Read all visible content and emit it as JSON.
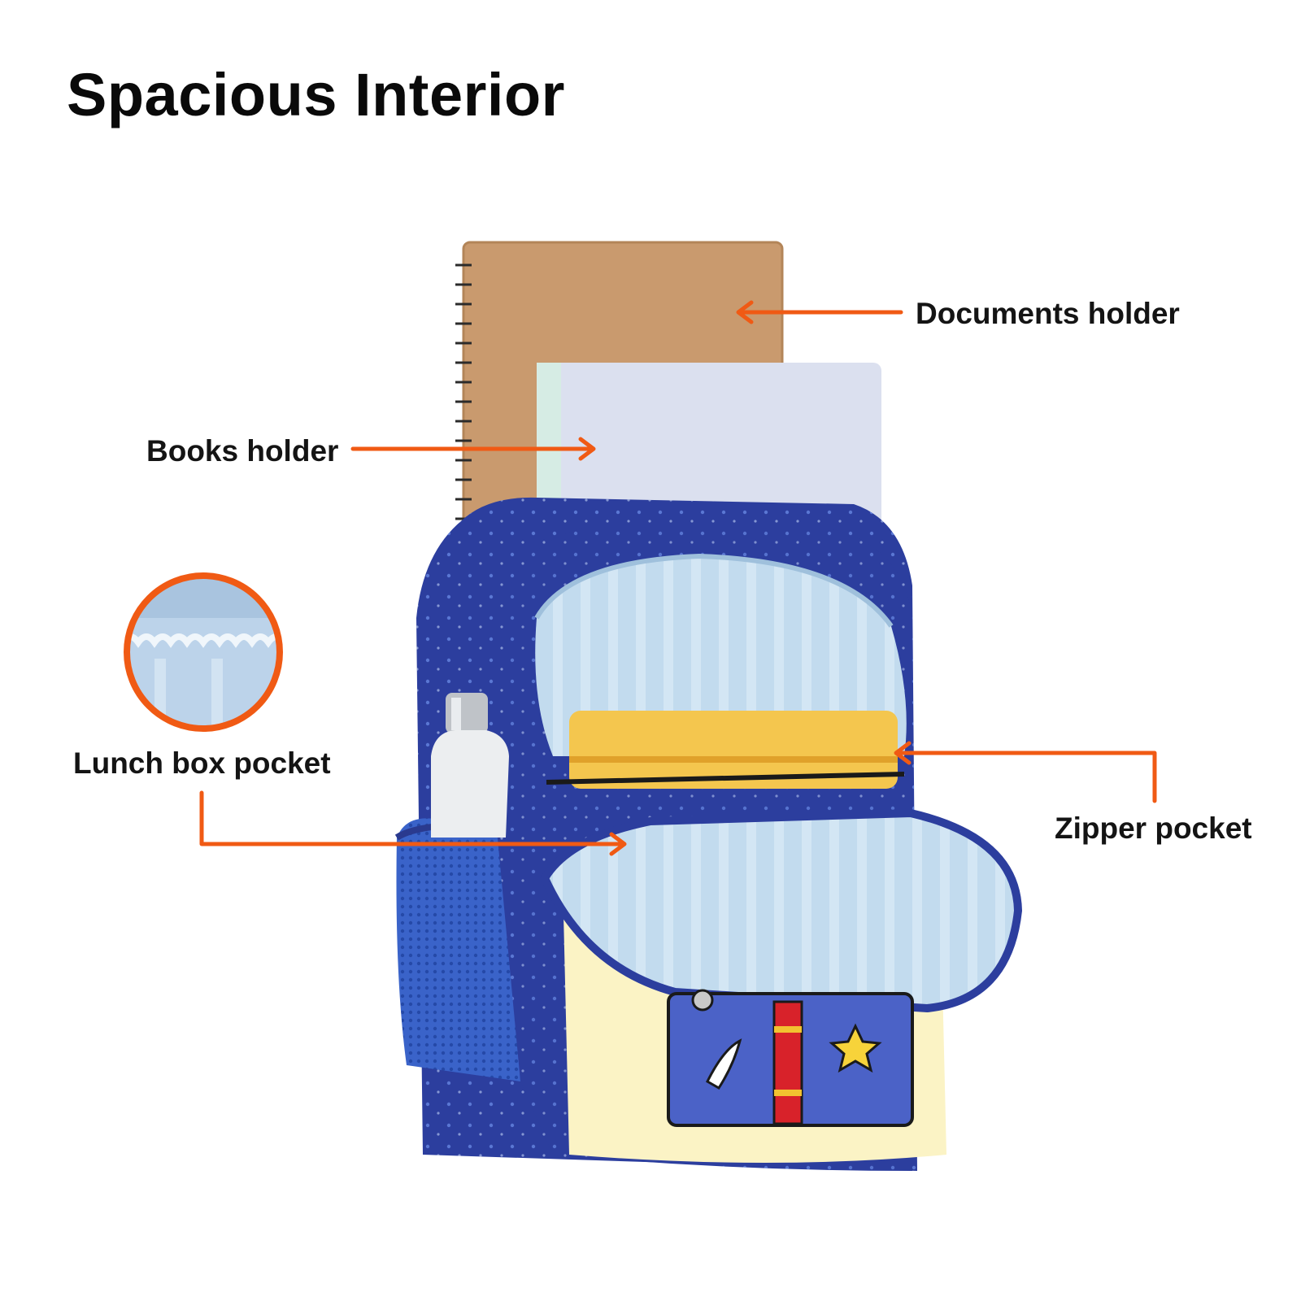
{
  "heading": "Spacious Interior",
  "callouts": {
    "documents": "Documents holder",
    "books": "Books holder",
    "lunch": "Lunch box pocket",
    "zipper": "Zipper pocket"
  },
  "colors": {
    "accent": "#F05A14",
    "bag_navy": "#2C3E9E",
    "lining": "#B9D4E8",
    "front_panel": "#FBF3C5",
    "kraft": "#C99A6E"
  }
}
